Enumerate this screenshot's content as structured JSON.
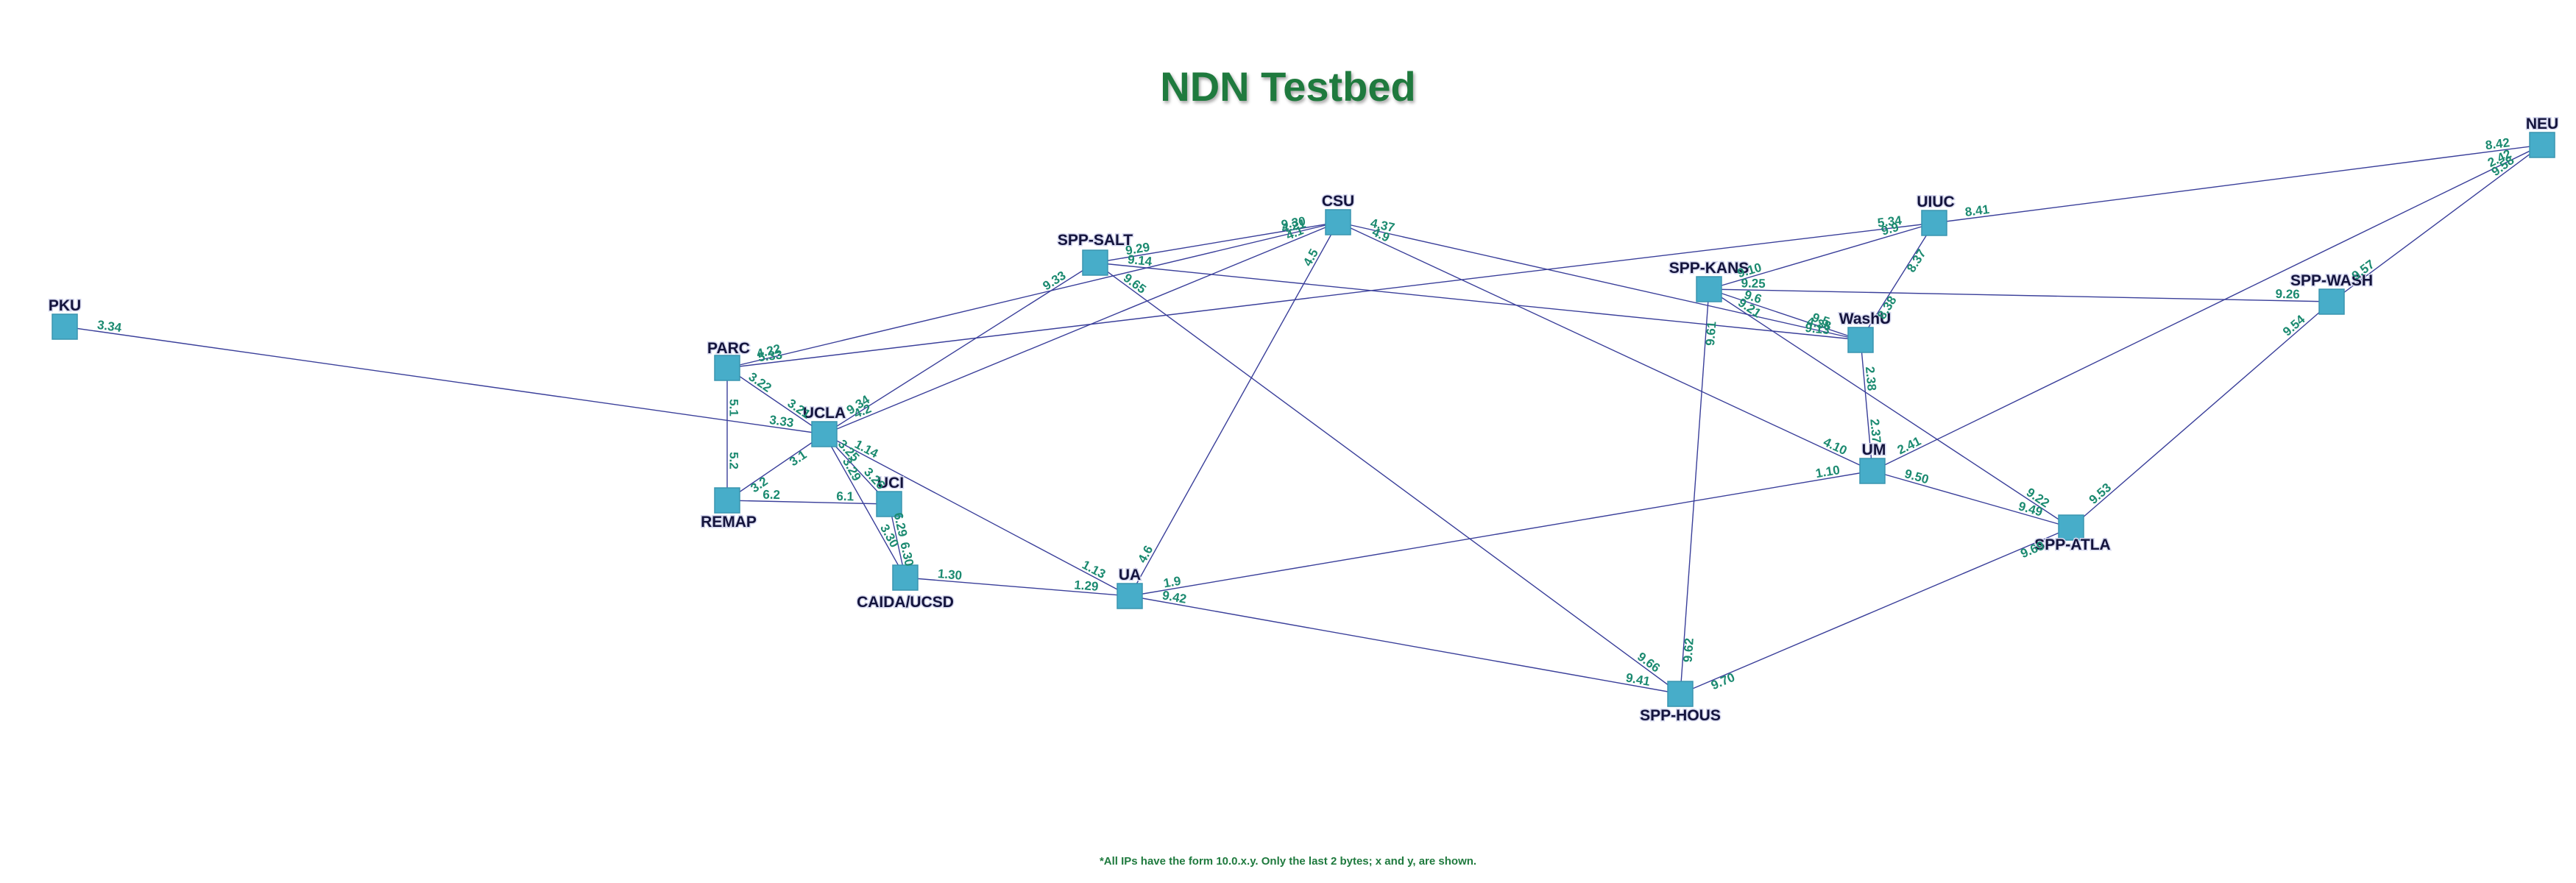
{
  "title": "NDN Testbed",
  "footnote": "*All IPs have the form 10.0.x.y. Only the last 2 bytes; x and y, are shown.",
  "colors": {
    "title": "#1f7a3e",
    "link": "#3a3f9a",
    "node": "#47adc9",
    "ip_label": "#1b8a70",
    "node_label": "#14143c"
  },
  "nodes": [
    {
      "id": "PKU",
      "label": "PKU"
    },
    {
      "id": "PARC",
      "label": "PARC"
    },
    {
      "id": "UCLA",
      "label": "UCLA"
    },
    {
      "id": "REMAP",
      "label": "REMAP"
    },
    {
      "id": "UCI",
      "label": "UCI"
    },
    {
      "id": "CAIDA",
      "label": "CAIDA/UCSD"
    },
    {
      "id": "UA",
      "label": "UA"
    },
    {
      "id": "SPPSALT",
      "label": "SPP-SALT"
    },
    {
      "id": "CSU",
      "label": "CSU"
    },
    {
      "id": "SPPKANS",
      "label": "SPP-KANS"
    },
    {
      "id": "UIUC",
      "label": "UIUC"
    },
    {
      "id": "WashU",
      "label": "WashU"
    },
    {
      "id": "UM",
      "label": "UM"
    },
    {
      "id": "SPPATLA",
      "label": "SPP-ATLA"
    },
    {
      "id": "SPPHOUS",
      "label": "SPP-HOUS"
    },
    {
      "id": "SPPWASH",
      "label": "SPP-WASH"
    },
    {
      "id": "NEU",
      "label": "NEU"
    }
  ],
  "links": [
    {
      "a": "PKU",
      "b": "UCLA",
      "ip_a": "3.34",
      "ip_b": "3.33"
    },
    {
      "a": "PARC",
      "b": "UCLA",
      "ip_a": "3.22",
      "ip_b": "3.21"
    },
    {
      "a": "PARC",
      "b": "REMAP",
      "ip_a": "5.1",
      "ip_b": "5.2"
    },
    {
      "a": "PARC",
      "b": "CSU",
      "ip_a": "4.22",
      "ip_b": "4.21"
    },
    {
      "a": "PARC",
      "b": "UIUC",
      "ip_a": "5.33",
      "ip_b": "5.34"
    },
    {
      "a": "UCLA",
      "b": "REMAP",
      "ip_a": "3.1",
      "ip_b": "3.2"
    },
    {
      "a": "UCLA",
      "b": "SPPSALT",
      "ip_a": "9.34",
      "ip_b": "9.33"
    },
    {
      "a": "UCLA",
      "b": "CSU",
      "ip_a": "4.2",
      "ip_b": "4.1"
    },
    {
      "a": "UCLA",
      "b": "UA",
      "ip_a": "1.14",
      "ip_b": "1.13"
    },
    {
      "a": "UCLA",
      "b": "UCI",
      "ip_a": "3.25",
      "ip_b": "3.26"
    },
    {
      "a": "UCLA",
      "b": "CAIDA",
      "ip_a": "3.29",
      "ip_b": "3.30"
    },
    {
      "a": "REMAP",
      "b": "UCI",
      "ip_a": "6.2",
      "ip_b": "6.1"
    },
    {
      "a": "UCI",
      "b": "CAIDA",
      "ip_a": "6.29",
      "ip_b": "6.30"
    },
    {
      "a": "CAIDA",
      "b": "UA",
      "ip_a": "1.30",
      "ip_b": "1.29"
    },
    {
      "a": "UA",
      "b": "CSU",
      "ip_a": "4.6",
      "ip_b": "4.5"
    },
    {
      "a": "UA",
      "b": "UM",
      "ip_a": "1.9",
      "ip_b": "1.10"
    },
    {
      "a": "UA",
      "b": "SPPHOUS",
      "ip_a": "9.42",
      "ip_b": "9.41"
    },
    {
      "a": "SPPSALT",
      "b": "CSU",
      "ip_a": "9.29",
      "ip_b": "9.30"
    },
    {
      "a": "SPPSALT",
      "b": "WashU",
      "ip_a": "9.14",
      "ip_b": "9.13"
    },
    {
      "a": "SPPSALT",
      "b": "SPPHOUS",
      "ip_a": "9.65",
      "ip_b": "9.66"
    },
    {
      "a": "CSU",
      "b": "WashU",
      "ip_a": "4.37",
      "ip_b": "4.38"
    },
    {
      "a": "CSU",
      "b": "UM",
      "ip_a": "4.9",
      "ip_b": "4.10"
    },
    {
      "a": "SPPKANS",
      "b": "WashU",
      "ip_a": "9.6",
      "ip_b": "9.5"
    },
    {
      "a": "SPPKANS",
      "b": "SPPWASH",
      "ip_a": "9.25",
      "ip_b": "9.26"
    },
    {
      "a": "SPPKANS",
      "b": "SPPATLA",
      "ip_a": "9.21",
      "ip_b": "9.22"
    },
    {
      "a": "SPPKANS",
      "b": "SPPHOUS",
      "ip_a": "9.61",
      "ip_b": "9.62"
    },
    {
      "a": "SPPKANS",
      "b": "UIUC",
      "ip_a": "9.10",
      "ip_b": "9.9"
    },
    {
      "a": "UIUC",
      "b": "WashU",
      "ip_a": "8.37",
      "ip_b": "8.38"
    },
    {
      "a": "UIUC",
      "b": "NEU",
      "ip_a": "8.41",
      "ip_b": "8.42"
    },
    {
      "a": "WashU",
      "b": "UM",
      "ip_a": "2.38",
      "ip_b": "2.37"
    },
    {
      "a": "UM",
      "b": "NEU",
      "ip_a": "2.41",
      "ip_b": "2.42"
    },
    {
      "a": "UM",
      "b": "SPPATLA",
      "ip_a": "9.50",
      "ip_b": "9.49"
    },
    {
      "a": "SPPATLA",
      "b": "SPPWASH",
      "ip_a": "9.53",
      "ip_b": "9.54"
    },
    {
      "a": "SPPATLA",
      "b": "SPPHOUS",
      "ip_a": "9.69",
      "ip_b": "9.70"
    },
    {
      "a": "SPPWASH",
      "b": "NEU",
      "ip_a": "9.57",
      "ip_b": "9.58"
    }
  ]
}
